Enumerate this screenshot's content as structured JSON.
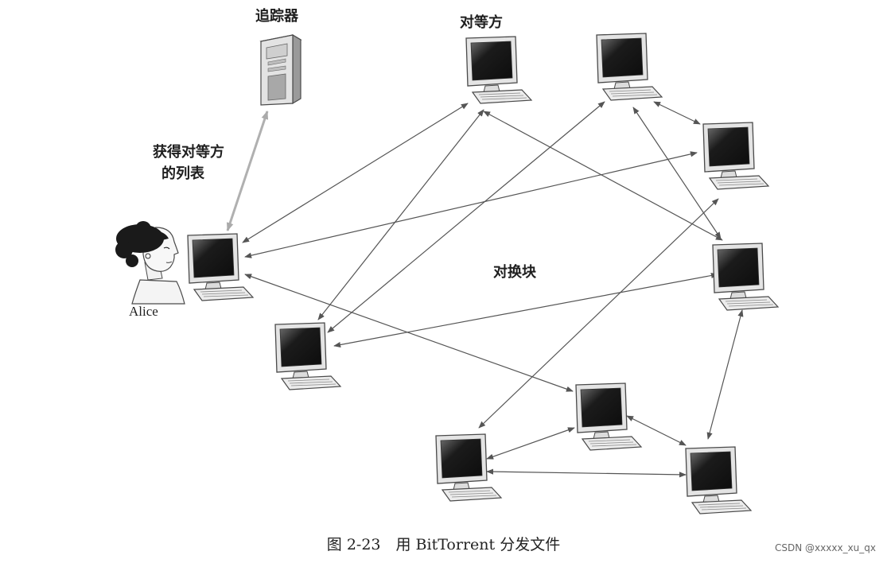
{
  "labels": {
    "tracker": "追踪器",
    "peers": "对等方",
    "get_peer_list_line1": "获得对等方",
    "get_peer_list_line2": "的列表",
    "exchange_chunks": "对换块",
    "alice": "Alice"
  },
  "caption": "图 2-23　用 BitTorrent 分发文件",
  "watermark": "CSDN @xxxxx_xu_qx",
  "colors": {
    "arrow": "#555555",
    "tracker_link": "#b0b0b0",
    "screen": "#1a1a1a",
    "monitor_frame": "#e2e2e2",
    "outline": "#4a4a4a"
  },
  "icons": [
    "server-tower-icon",
    "desktop-computer-icon",
    "person-icon"
  ]
}
